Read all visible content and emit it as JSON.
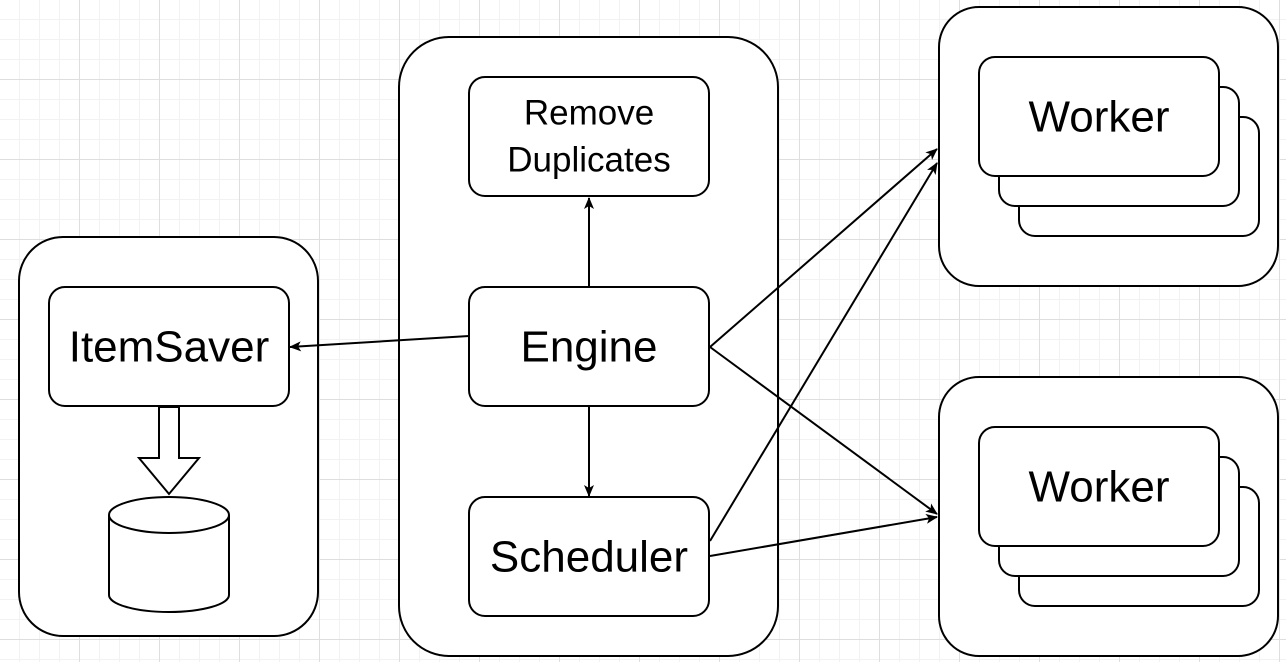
{
  "nodes": {
    "remove_duplicates": {
      "line1": "Remove",
      "line2": "Duplicates"
    },
    "engine": {
      "label": "Engine"
    },
    "scheduler": {
      "label": "Scheduler"
    },
    "item_saver": {
      "label": "ItemSaver"
    },
    "worker_top": {
      "label": "Worker"
    },
    "worker_bottom": {
      "label": "Worker"
    }
  },
  "edges": [
    {
      "from": "engine",
      "to": "remove_duplicates"
    },
    {
      "from": "engine",
      "to": "scheduler"
    },
    {
      "from": "engine",
      "to": "item_saver"
    },
    {
      "from": "engine",
      "to": "worker_top"
    },
    {
      "from": "engine",
      "to": "worker_bottom"
    },
    {
      "from": "scheduler",
      "to": "worker_top"
    },
    {
      "from": "scheduler",
      "to": "worker_bottom"
    },
    {
      "from": "item_saver",
      "to": "database"
    }
  ]
}
